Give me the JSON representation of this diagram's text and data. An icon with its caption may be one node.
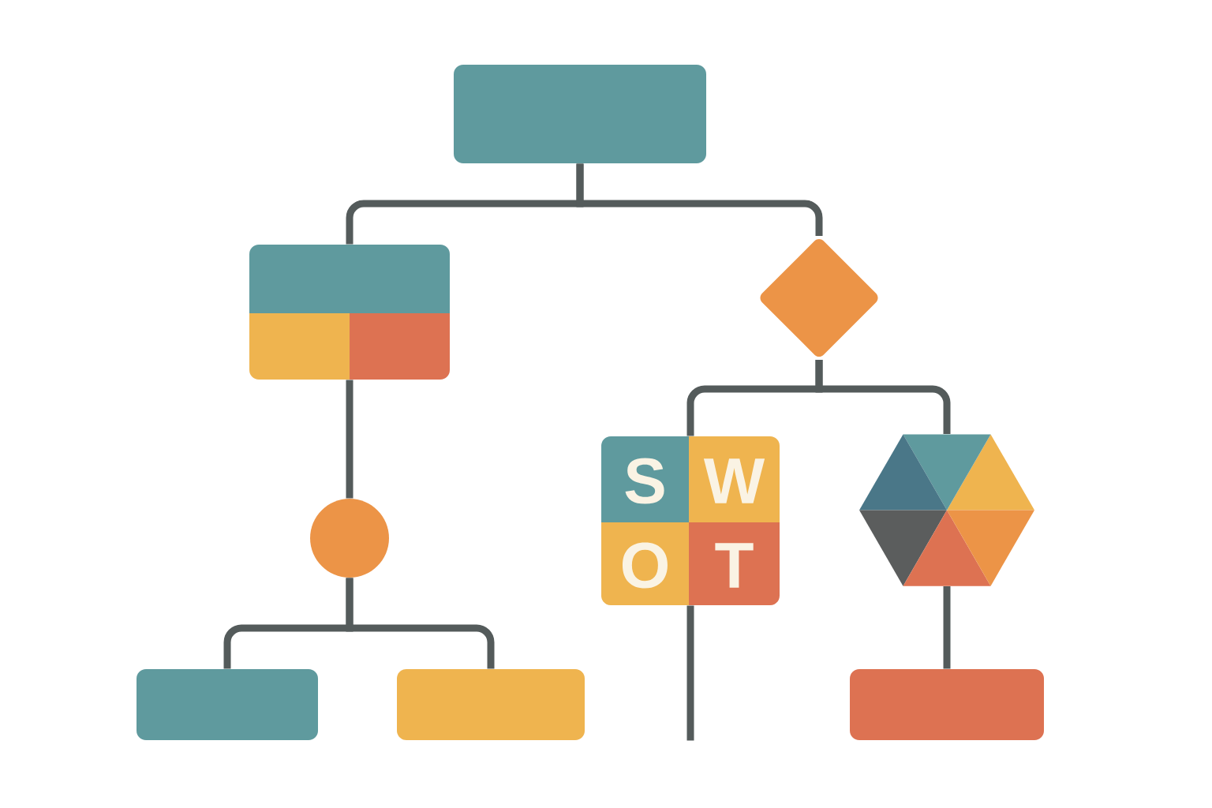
{
  "diagram": {
    "nodes": [
      {
        "text": [],
        "shape": "box"
      },
      {
        "text": [],
        "shape": "box"
      },
      {
        "text": [],
        "shape": "diamond"
      },
      {
        "text": [],
        "shape": "circle"
      },
      {
        "text": [
          "S",
          "W",
          "O",
          "T"
        ]
      },
      {
        "text": [],
        "shape": "hexagon"
      },
      {
        "text": [],
        "shape": "box"
      },
      {
        "text": [],
        "shape": "box"
      },
      {
        "text": [],
        "shape": "box"
      }
    ],
    "edges": [
      {
        "from": 0,
        "to": 1,
        "arrow": "none"
      },
      {
        "from": 0,
        "to": 2,
        "arrow": "none"
      },
      {
        "from": 1,
        "to": 3,
        "arrow": "none"
      },
      {
        "from": 2,
        "to": 4,
        "arrow": "none"
      },
      {
        "from": 2,
        "to": 5,
        "arrow": "none"
      },
      {
        "from": 3,
        "to": 6,
        "arrow": "none"
      },
      {
        "from": 3,
        "to": 7,
        "arrow": "none"
      },
      {
        "from": 4,
        "to": null,
        "arrow": "none"
      },
      {
        "from": 5,
        "to": 8,
        "arrow": "none"
      }
    ]
  }
}
